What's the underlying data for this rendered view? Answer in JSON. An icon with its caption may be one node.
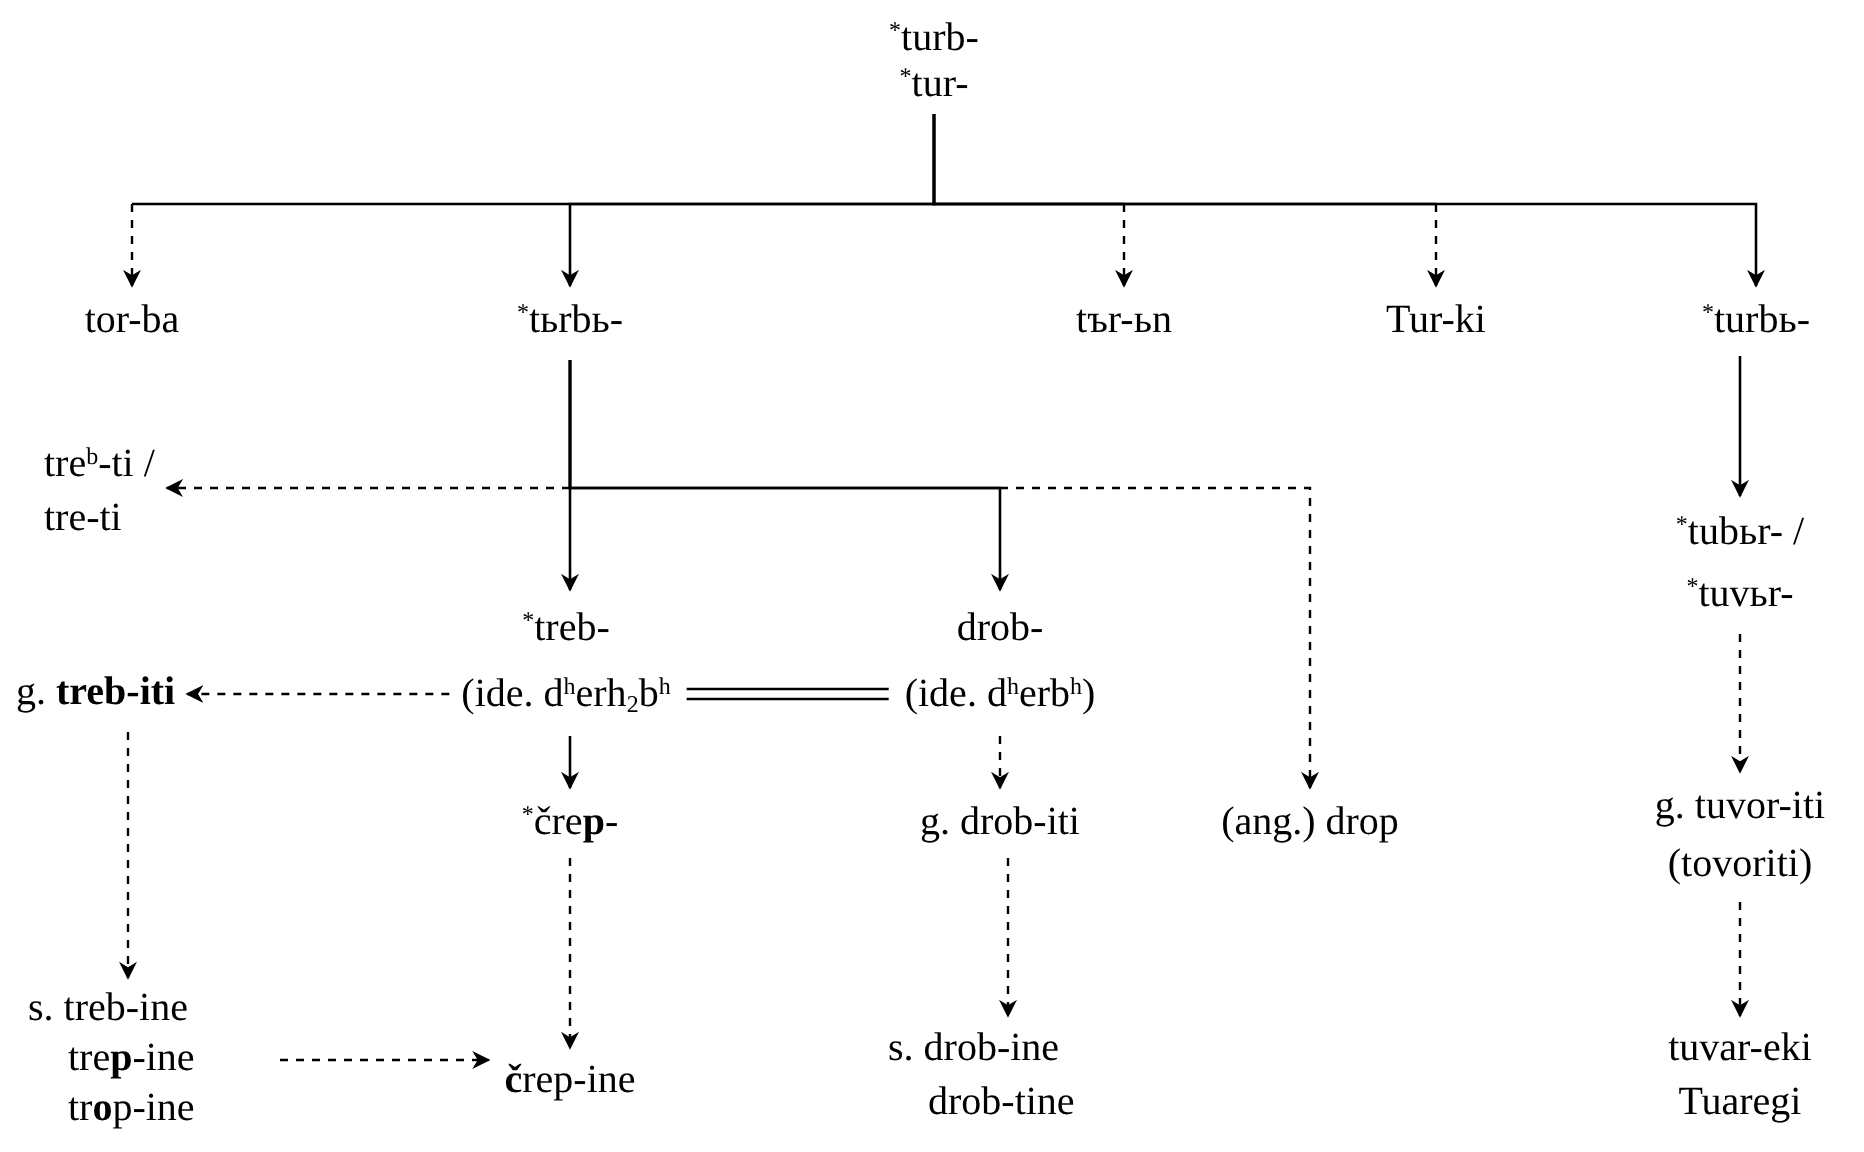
{
  "diagram": {
    "nodes": [
      {
        "text": [
          "$^{*}$turb-",
          "$^{*}$tur-"
        ]
      },
      {
        "text": [
          "tor-ba"
        ]
      },
      {
        "text": [
          "$^{*}$tьrbь-"
        ]
      },
      {
        "text": [
          "tъr-ьn"
        ]
      },
      {
        "text": [
          "Tur-ki"
        ]
      },
      {
        "text": [
          "$^{*}$turbь-"
        ]
      },
      {
        "text": [
          "tre$^{b}$-ti /",
          "tre-ti"
        ]
      },
      {
        "text": [
          "$^{*}$treb-",
          "(ide. d$^{h}$erh$_{2}$b$^{h}$"
        ]
      },
      {
        "text": [
          "drob-",
          "(ide. d$^{h}$erb$^{h}$)"
        ]
      },
      {
        "text": [
          "g. **treb-iti**"
        ]
      },
      {
        "text": [
          "$^{*}$čre**p**-"
        ]
      },
      {
        "text": [
          "g. drob-iti"
        ]
      },
      {
        "text": [
          "(ang.) drop"
        ]
      },
      {
        "text": [
          "g. tuvor-iti",
          "(tovoriti)"
        ]
      },
      {
        "text": [
          "$^{*}$tubьr- /",
          "$^{*}$tuvьr-"
        ]
      },
      {
        "text": [
          "s. treb-ine tre**p**-ine tr**o**p-ine"
        ]
      },
      {
        "text": [
          "**č**rep-ine"
        ]
      },
      {
        "text": [
          "s. drob-ine drob-tine"
        ]
      },
      {
        "text": [
          "tuvar-eki",
          "Tuaregi"
        ]
      }
    ],
    "edges": [
      {
        "from": 0,
        "to": 1,
        "arrow": "to",
        "style": "dashed"
      },
      {
        "from": 0,
        "to": 2,
        "arrow": "to"
      },
      {
        "from": 0,
        "to": 3,
        "arrow": "to",
        "style": "dashed"
      },
      {
        "from": 0,
        "to": 4,
        "arrow": "to",
        "style": "dashed"
      },
      {
        "from": 0,
        "to": 5,
        "arrow": "to"
      },
      {
        "from": 2,
        "to": 6,
        "arrow": "to",
        "style": "dashed"
      },
      {
        "from": 2,
        "to": 7,
        "arrow": "to"
      },
      {
        "from": 2,
        "to": 8,
        "arrow": "to"
      },
      {
        "from": 2,
        "to": 12,
        "arrow": "to",
        "style": "dashed"
      },
      {
        "from": 7,
        "to": 9,
        "arrow": "to",
        "style": "dashed"
      },
      {
        "from": 7,
        "to": 8,
        "arrow": "none"
      },
      {
        "from": 7,
        "to": 10,
        "arrow": "to"
      },
      {
        "from": 8,
        "to": 11,
        "arrow": "to",
        "style": "dashed"
      },
      {
        "from": 10,
        "to": 16,
        "arrow": "to",
        "style": "dashed"
      },
      {
        "from": 9,
        "to": 15,
        "arrow": "to",
        "style": "dashed"
      },
      {
        "from": 15,
        "to": 16,
        "arrow": "to",
        "style": "dashed"
      },
      {
        "from": 11,
        "to": 17,
        "arrow": "to",
        "style": "dashed"
      },
      {
        "from": 5,
        "to": 14,
        "arrow": "to"
      },
      {
        "from": 14,
        "to": 13,
        "arrow": "to",
        "style": "dashed"
      },
      {
        "from": 13,
        "to": 18,
        "arrow": "to",
        "style": "dashed"
      }
    ]
  }
}
